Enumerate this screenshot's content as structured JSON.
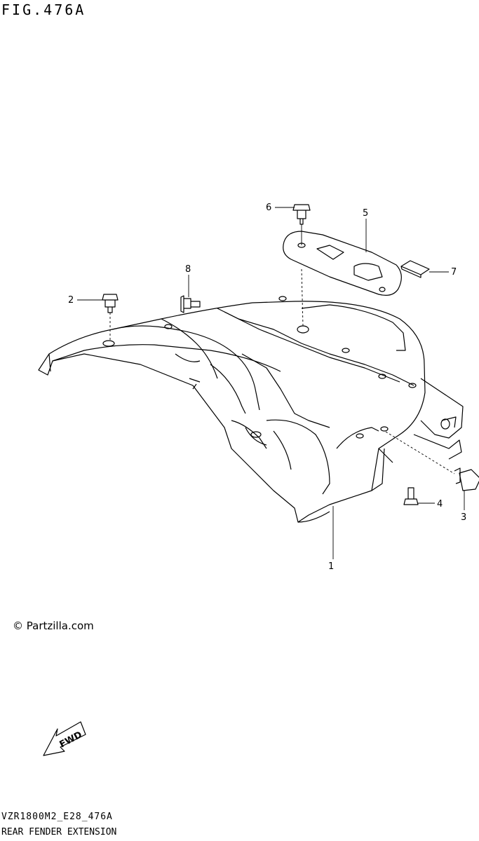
{
  "figure": {
    "title": "FIG.476A",
    "copyright": "© Partzilla.com",
    "model_code": "VZR1800M2_E28_476A",
    "section_name": "REAR FENDER EXTENSION",
    "fwd_label": "FWD"
  },
  "callouts": [
    "1",
    "2",
    "3",
    "4",
    "5",
    "6",
    "7",
    "8"
  ],
  "colors": {
    "line": "#000000",
    "background": "#ffffff"
  }
}
